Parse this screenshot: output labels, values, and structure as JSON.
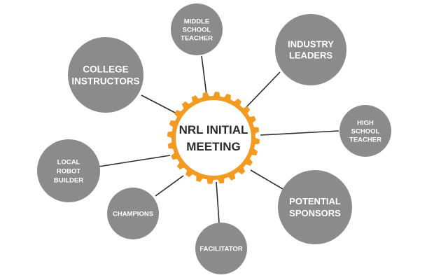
{
  "hub": {
    "lines": [
      "NRL INITIAL",
      "MEETING"
    ],
    "gear_color": "#f39a21",
    "fill_color": "#ffffff"
  },
  "colors": {
    "node_fill": "#8c8b8c",
    "connector": "#2d2d2d"
  },
  "nodes": [
    {
      "id": "middle-school-teacher",
      "lines": [
        "MIDDLE",
        "SCHOOL",
        "TEACHER"
      ]
    },
    {
      "id": "industry-leaders",
      "lines": [
        "INDUSTRY",
        "LEADERS"
      ]
    },
    {
      "id": "college-instructors",
      "lines": [
        "COLLEGE",
        "INSTRUCTORS"
      ]
    },
    {
      "id": "high-school-teacher",
      "lines": [
        "HIGH",
        "SCHOOL",
        "TEACHER"
      ]
    },
    {
      "id": "local-robot-builder",
      "lines": [
        "LOCAL",
        "ROBOT",
        "BUILDER"
      ]
    },
    {
      "id": "potential-sponsors",
      "lines": [
        "POTENTIAL",
        "SPONSORS"
      ]
    },
    {
      "id": "champions",
      "lines": [
        "CHAMPIONS"
      ]
    },
    {
      "id": "facilitator",
      "lines": [
        "FACILITATOR"
      ]
    }
  ]
}
